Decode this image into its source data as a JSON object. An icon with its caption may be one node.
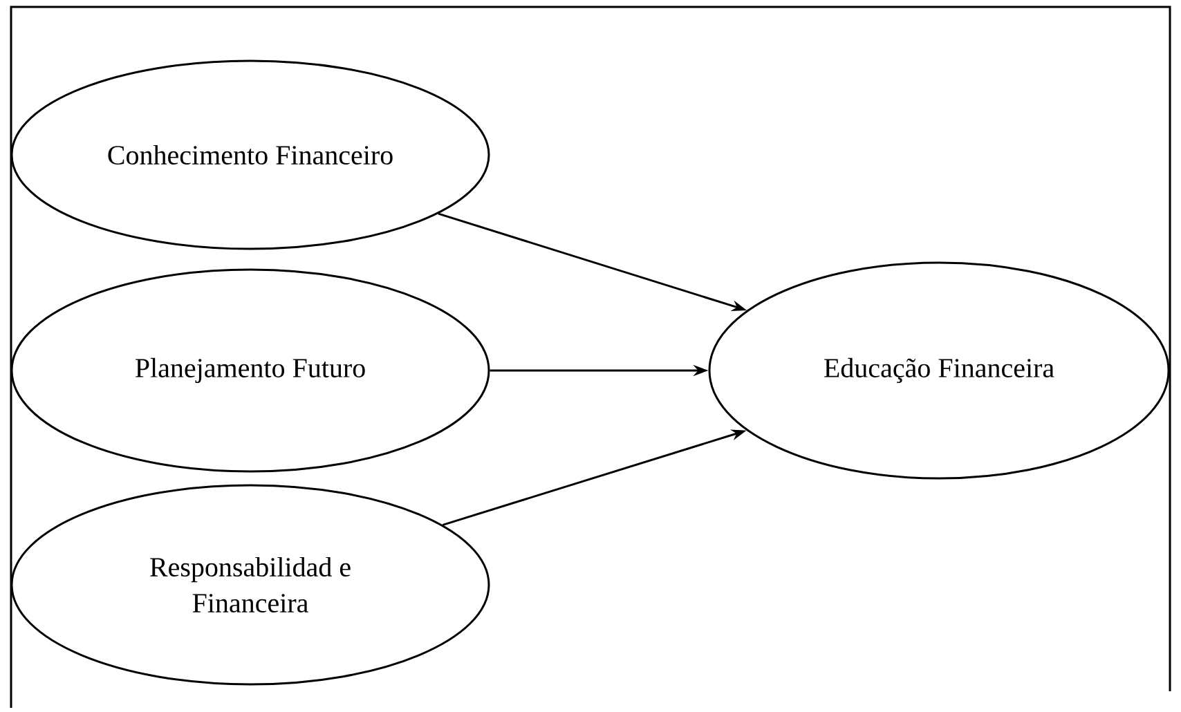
{
  "diagram": {
    "nodes": [
      {
        "text": [
          "Conhecimento Financeiro"
        ]
      },
      {
        "text": [
          "Planejamento Futuro"
        ]
      },
      {
        "text": [
          "Responsabilidad e Financeira"
        ]
      },
      {
        "text": [
          "Educação Financeira"
        ]
      }
    ],
    "edges": [
      {
        "from": 0,
        "to": 3,
        "arrow": "to"
      },
      {
        "from": 1,
        "to": 3,
        "arrow": "to"
      },
      {
        "from": 2,
        "to": 3,
        "arrow": "to"
      }
    ]
  }
}
